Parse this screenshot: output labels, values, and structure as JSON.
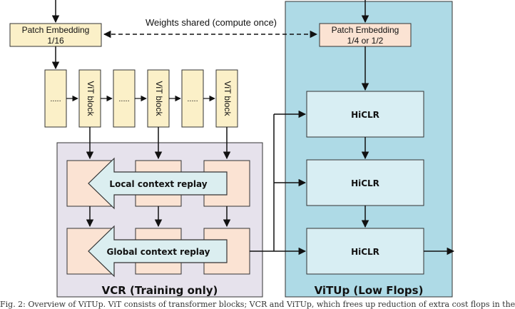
{
  "diagram": {
    "weights_label": "Weights shared (compute once)",
    "left_embed": {
      "line1": "Patch Embedding",
      "line2": "1/16"
    },
    "right_embed": {
      "line1": "Patch Embedding",
      "line2": "1/4 or 1/2"
    },
    "dots_label": ".....",
    "vit_label": "ViT block",
    "local_replay": "Local context replay",
    "global_replay": "Global context replay",
    "hiclr_label": "HiCLR",
    "vcr_label": "VCR (Training only)",
    "vitup_label": "ViTUp (Low Flops)"
  },
  "caption": "Fig. 2: Overview of ViTUp. ViT consists of transformer blocks; VCR and ViTUp, which frees up reduction of extra cost flops in the"
}
